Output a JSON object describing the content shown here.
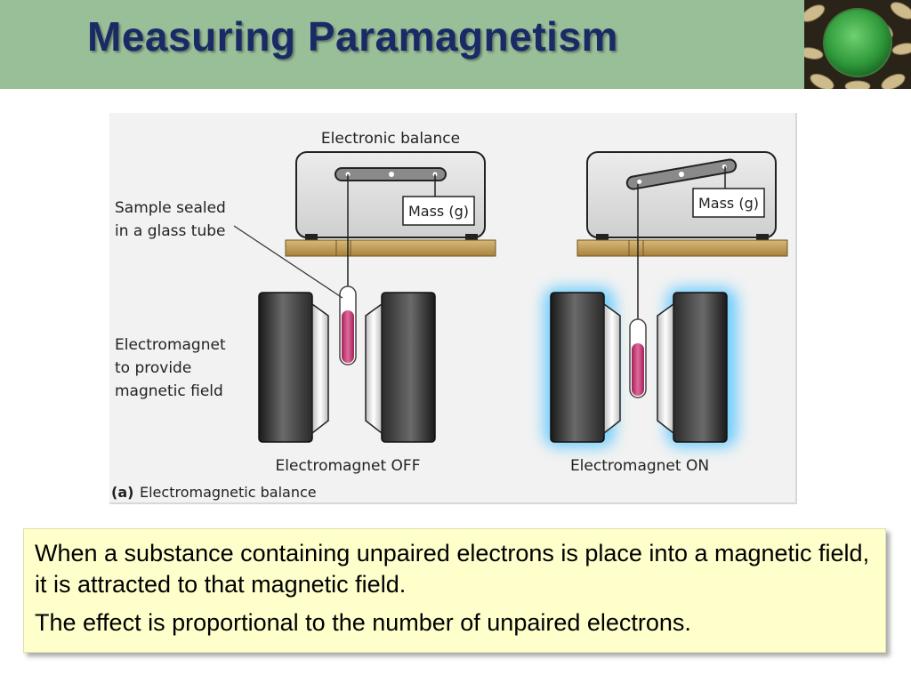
{
  "slide": {
    "title": "Measuring Paramagnetism"
  },
  "diagram": {
    "labels": {
      "balance": "Electronic balance",
      "sample": [
        "Sample sealed",
        "in a glass tube"
      ],
      "electromagnet": [
        "Electromagnet",
        "to provide",
        "magnetic field"
      ],
      "mass_left": "Mass (g)",
      "mass_right": "Mass (g)",
      "state_off": "Electromagnet OFF",
      "state_on": "Electromagnet ON",
      "figure_letter": "(a)",
      "figure_caption": "Electromagnetic balance"
    },
    "colors": {
      "glow": "#66ccff",
      "sample_fill": "#cc3377",
      "base_plate": "#c8a060"
    }
  },
  "caption": {
    "paragraphs": [
      "When a substance containing unpaired electrons is place into a magnetic field, it is attracted to that magnetic field.",
      "The effect is proportional to the number of unpaired electrons."
    ]
  }
}
